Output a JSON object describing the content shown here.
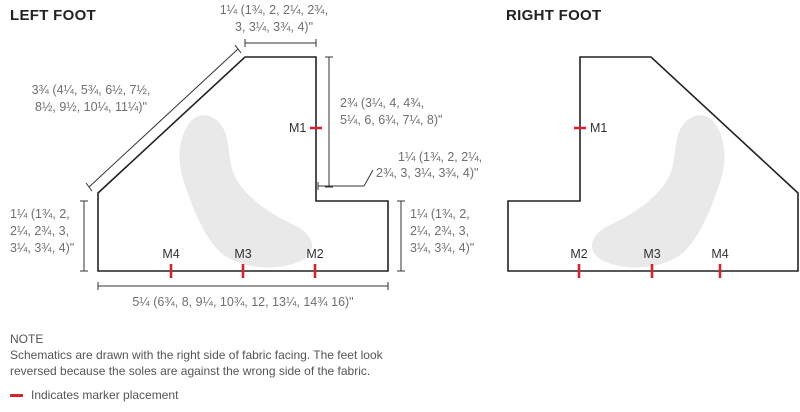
{
  "left_foot": {
    "title": "LEFT FOOT",
    "dim_top": [
      "1¼ (1¾, 2, 2¼, 2¾,",
      "3, 3¼, 3¾, 4)\""
    ],
    "dim_diagonal": [
      "3¾ (4¼, 5¾, 6½, 7½,",
      "8½, 9½, 10¼, 11¼)\""
    ],
    "dim_right_upper": [
      "2¾ (3¼, 4, 4¾,",
      "5¼, 6, 6¾, 7¼, 8)\""
    ],
    "dim_step": [
      "1¼ (1¾, 2, 2¼,",
      "2¾, 3, 3¼, 3¾, 4)\""
    ],
    "dim_left": [
      "1¼ (1¾, 2,",
      "2¼, 2¾, 3,",
      "3¼, 3¾, 4)\""
    ],
    "dim_right_lower": [
      "1¼ (1¾, 2,",
      "2¼, 2¾, 3,",
      "3¼, 3¾, 4)\""
    ],
    "dim_bottom": "5¼ (6¾, 8, 9¼, 10¾, 12, 13¼, 14¾ 16)\"",
    "markers": {
      "m1": "M1",
      "m2": "M2",
      "m3": "M3",
      "m4": "M4"
    }
  },
  "right_foot": {
    "title": "RIGHT FOOT",
    "markers": {
      "m1": "M1",
      "m2": "M2",
      "m3": "M3",
      "m4": "M4"
    }
  },
  "note": {
    "label": "NOTE",
    "text": "Schematics are drawn with the right side of fabric facing. The feet look reversed because the soles are against the wrong side of the fabric."
  },
  "legend": {
    "text": "Indicates marker placement"
  },
  "colors": {
    "marker": "#d0262d",
    "outline": "#222222",
    "sole": "#e9e9e9"
  }
}
